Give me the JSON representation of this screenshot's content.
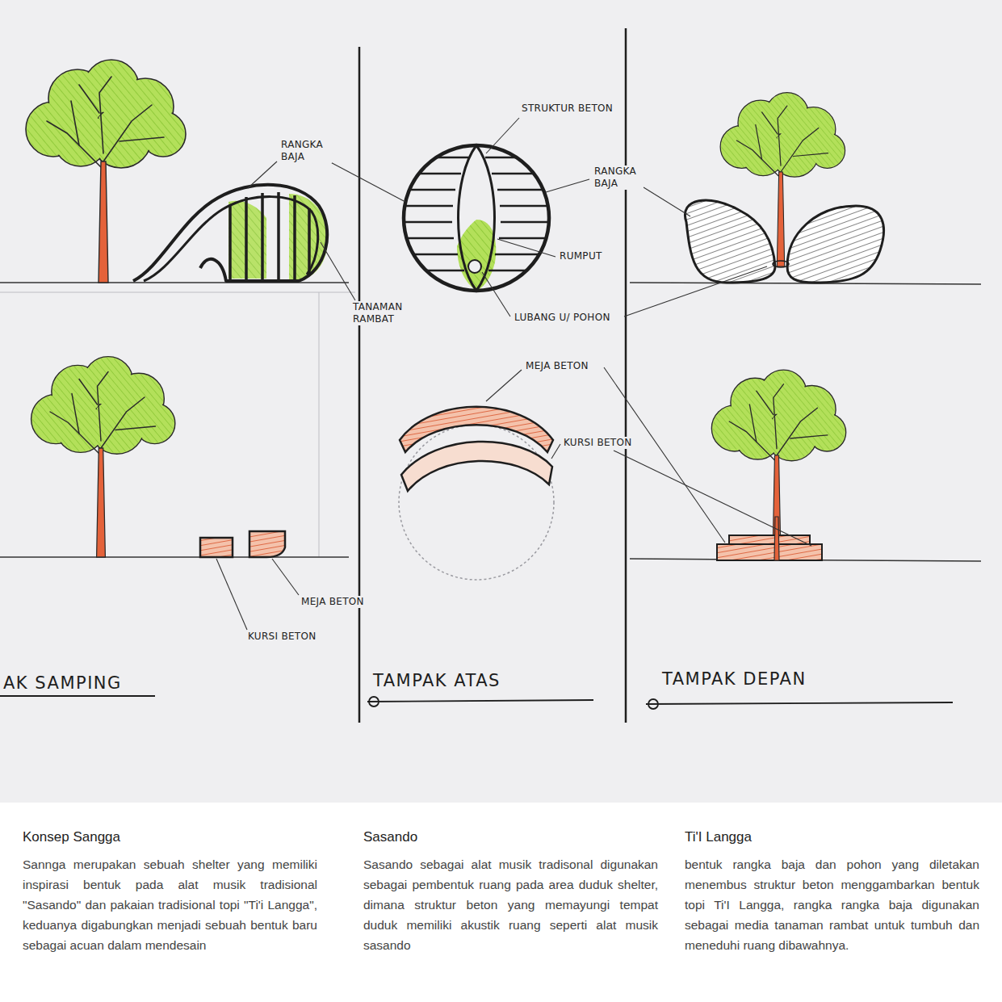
{
  "diagram": {
    "labels": [
      "RANGKA BAJA",
      "STRUKTUR BETON",
      "RANGKA BAJA",
      "RUMPUT",
      "TANAMAN RAMBAT",
      "LUBANG U/ POHON",
      "MEJA BETON",
      "KURSI BETON",
      "MEJA BETON",
      "KURSI BETON",
      "AK SAMPING",
      "TAMPAK ATAS",
      "TAMPAK DEPAN",
      "Konsep Sangga",
      "Sannga merupakan sebuah shelter yang memiliki inspirasi bentuk pada alat musik tradisional \"Sasando\" dan pakaian tradisional topi \"Ti'i Langga\", keduanya digabungkan menjadi sebuah bentuk baru sebagai acuan dalam mendesain",
      "Sasando",
      "Sasando sebagai alat musik tradisonal digunakan sebagai pembentuk ruang pada area duduk shelter, dimana struktur beton yang memayungi tempat duduk memiliki akustik ruang seperti alat musik sasando",
      "Ti'I Langga",
      "bentuk rangka baja dan pohon yang diletakan menembus struktur beton menggambarkan bentuk topi Ti'I Langga, rangka rangka baja digunakan sebagai media tanaman rambat untuk tumbuh dan meneduhi ruang dibawahnya."
    ]
  }
}
